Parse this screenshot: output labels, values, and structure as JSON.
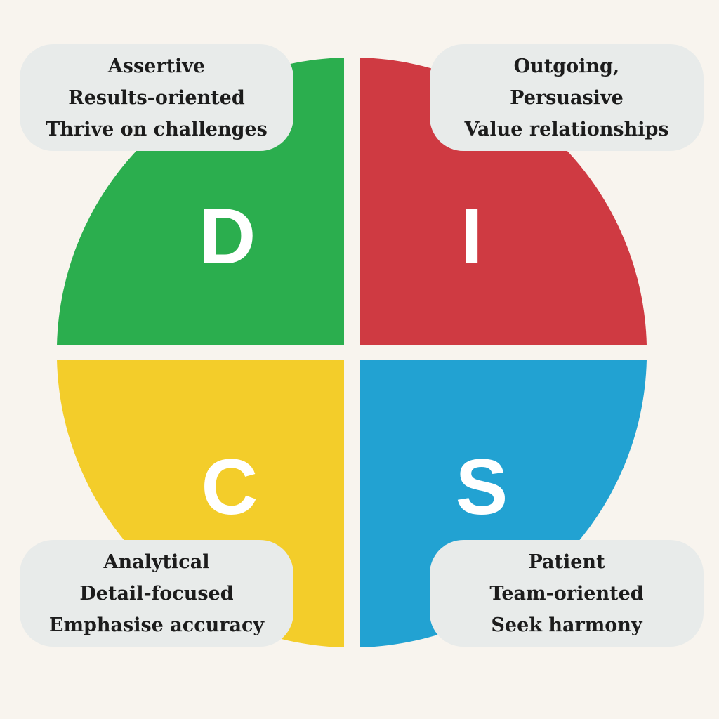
{
  "colors": {
    "background": "#f8f4ee",
    "d_green": "#2bae4e",
    "i_red": "#cf3a42",
    "c_yellow": "#f3cd2a",
    "s_blue": "#22a2d2",
    "label_box": "#e8ebea",
    "label_text": "#1c1c1c",
    "letter": "#ffffff"
  },
  "quadrants": {
    "d": {
      "letter": "D",
      "traits": [
        "Assertive",
        "Results-oriented",
        "Thrive on challenges"
      ]
    },
    "i": {
      "letter": "I",
      "traits": [
        "Outgoing,",
        "Persuasive",
        "Value relationships"
      ]
    },
    "c": {
      "letter": "C",
      "traits": [
        "Analytical",
        "Detail-focused",
        "Emphasise accuracy"
      ]
    },
    "s": {
      "letter": "S",
      "traits": [
        "Patient",
        "Team-oriented",
        "Seek harmony"
      ]
    }
  }
}
